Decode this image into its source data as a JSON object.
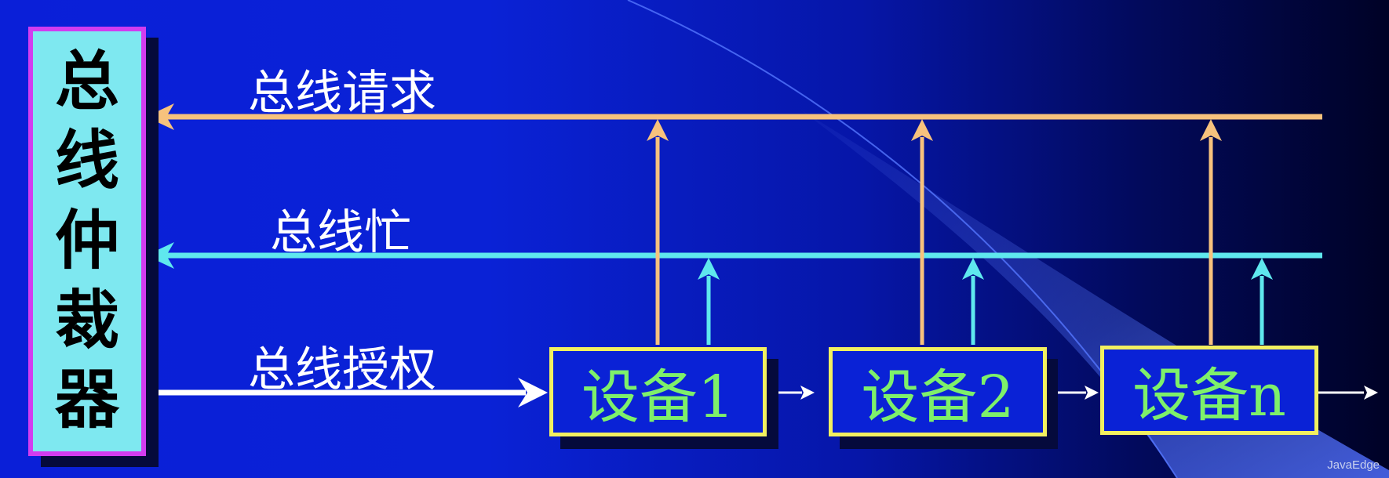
{
  "arbiter": {
    "chars": [
      "总",
      "线",
      "仲",
      "裁",
      "器"
    ]
  },
  "lines": {
    "request": "总线请求",
    "busy": "总线忙",
    "grant": "总线授权"
  },
  "devices": [
    {
      "label": "设备1"
    },
    {
      "label": "设备2"
    },
    {
      "label": "设备n"
    }
  ],
  "colors": {
    "request_line": "#f7c27d",
    "busy_line": "#5fe8ee",
    "grant_line": "#ffffff",
    "arbiter_fill": "#7ee8f0",
    "arbiter_border": "#d23cf0",
    "device_border": "#f2f060",
    "device_text": "#7ef06a"
  },
  "watermark": "JavaEdge"
}
